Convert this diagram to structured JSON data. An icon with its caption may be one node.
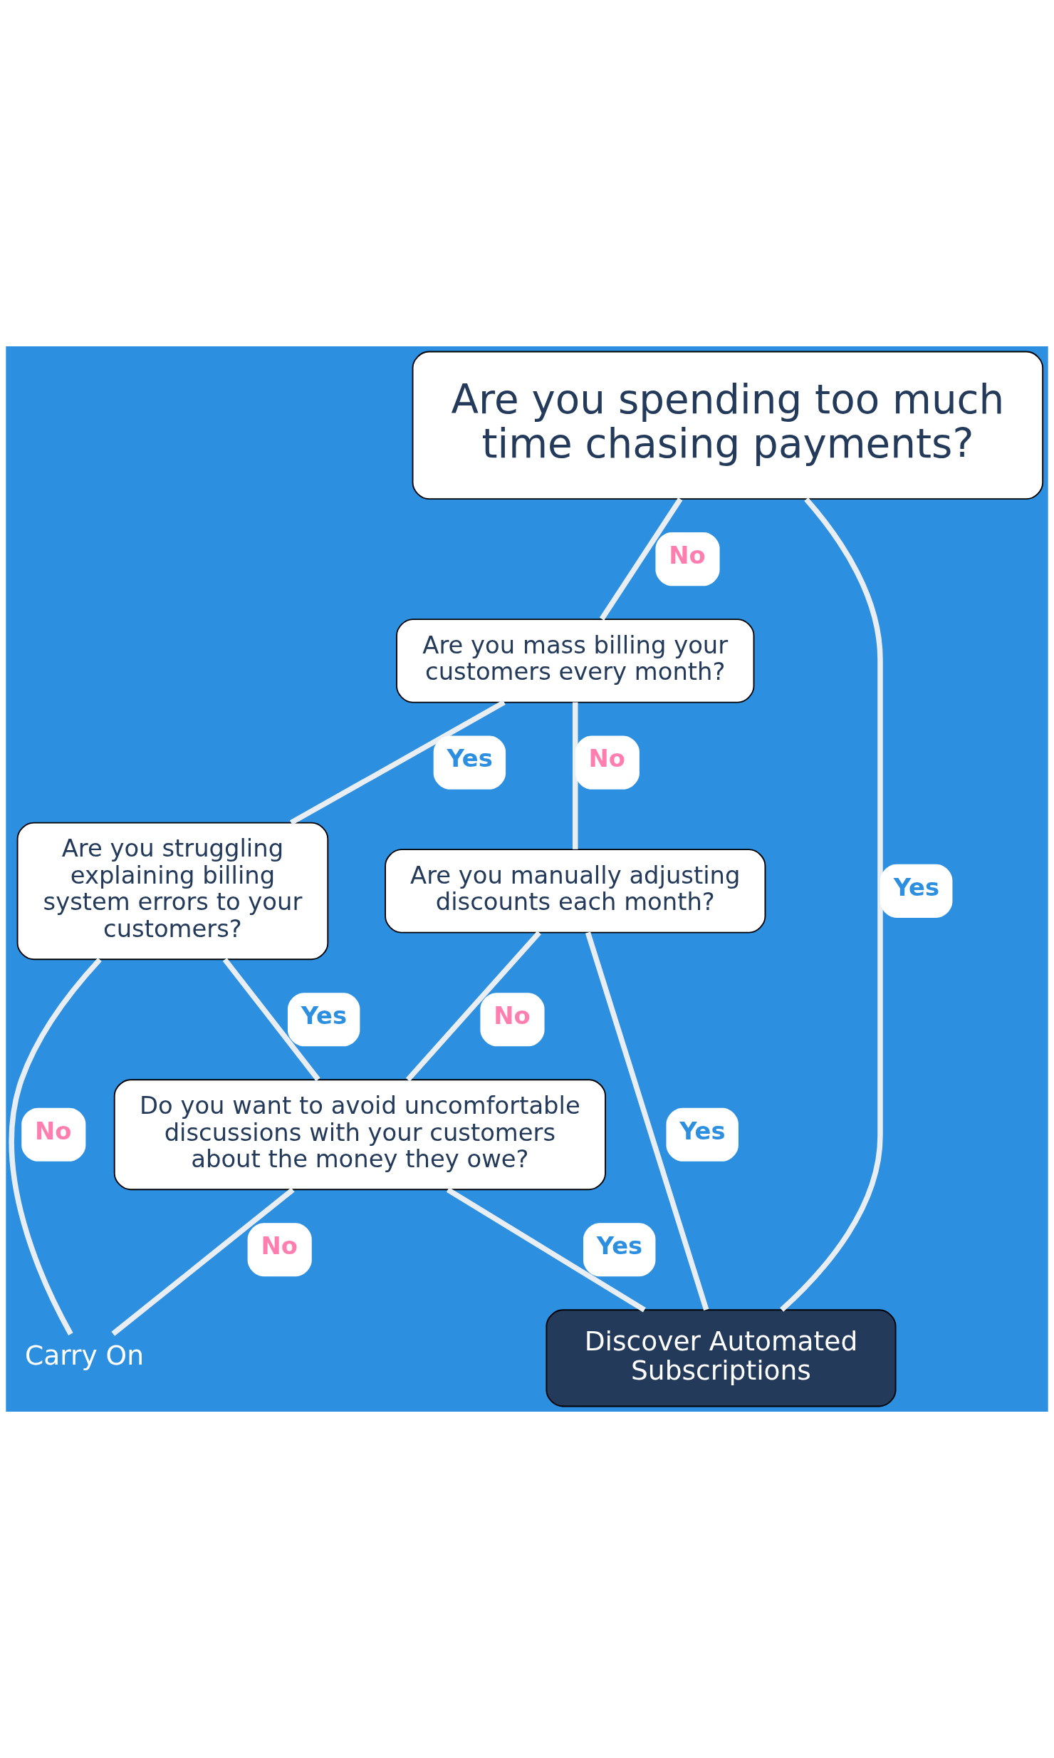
{
  "diagram": {
    "nodes": [
      {
        "text": [
          "Are you spending too much time chasing payments?"
        ]
      },
      {
        "text": [
          "Are you mass billing your customers every month?"
        ]
      },
      {
        "text": [
          "Are you manually adjusting discounts each month?"
        ]
      },
      {
        "text": [
          "Are you struggling explaining billing system errors to your customers?"
        ]
      },
      {
        "text": [
          "Do you want to avoid uncomfortable discussions with your customers about the money they owe?"
        ]
      },
      {
        "text": [
          "Discover Automated Subscriptions"
        ]
      },
      {
        "text": [
          "Carry On"
        ]
      }
    ],
    "edges": [
      {
        "from": 0,
        "to": 5,
        "arrow": "none",
        "label": "Yes"
      },
      {
        "from": 0,
        "to": 1,
        "arrow": "none",
        "label": "No"
      },
      {
        "from": 1,
        "to": 2,
        "arrow": "none",
        "label": "No"
      },
      {
        "from": 1,
        "to": 3,
        "arrow": "none",
        "label": "Yes"
      },
      {
        "from": 2,
        "to": 5,
        "arrow": "none",
        "label": "Yes"
      },
      {
        "from": 2,
        "to": 4,
        "arrow": "none",
        "label": "No"
      },
      {
        "from": 3,
        "to": 4,
        "arrow": "none",
        "label": "Yes"
      },
      {
        "from": 3,
        "to": 6,
        "arrow": "none",
        "label": "No"
      },
      {
        "from": 4,
        "to": 5,
        "arrow": "none",
        "label": "Yes"
      },
      {
        "from": 4,
        "to": 6,
        "arrow": "none",
        "label": "No"
      }
    ]
  }
}
